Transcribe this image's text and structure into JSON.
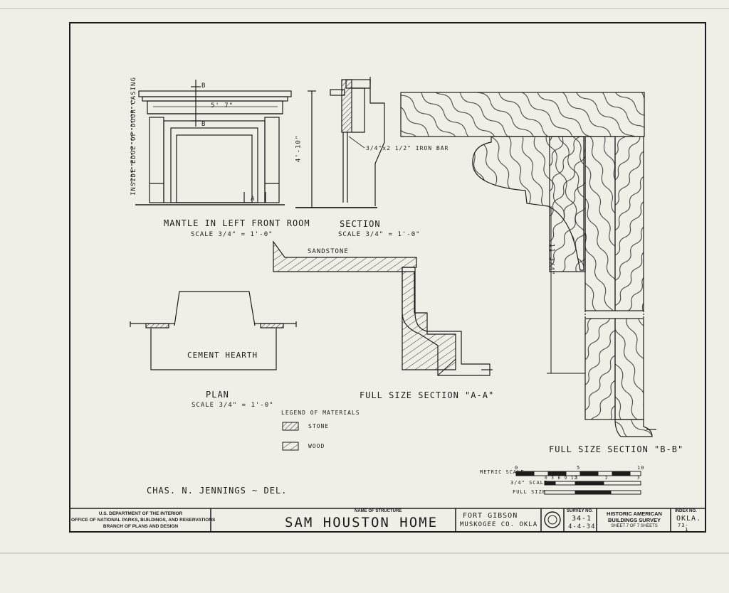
{
  "drawings": {
    "mantle": {
      "title": "MANTLE IN LEFT FRONT ROOM",
      "scale": "SCALE 3/4\" = 1'-0\"",
      "side_note": "INSIDE EDGE OF DOOR CASING",
      "dim_width": "5' 7\"",
      "dim_top": "B",
      "dim_bottom": "B",
      "dim_a": "A"
    },
    "section": {
      "title": "SECTION",
      "scale": "SCALE 3/4\" = 1'-0\"",
      "height_dim": "4'-10\"",
      "iron_bar": "3/4\"x2 1/2\" IRON BAR"
    },
    "plan": {
      "title": "PLAN",
      "scale": "SCALE 3/4\" = 1'-0\"",
      "hearth": "CEMENT HEARTH"
    },
    "section_aa": {
      "title": "FULL SIZE SECTION \"A-A\"",
      "material": "SANDSTONE"
    },
    "section_bb": {
      "title": "FULL SIZE SECTION \"B-B\"",
      "dim": "11 3/4\""
    }
  },
  "legend": {
    "title": "LEGEND OF MATERIALS",
    "stone": "STONE",
    "wood": "WOOD"
  },
  "scale_bar": {
    "metric_label": "METRIC SCALE",
    "m0": "0",
    "m5": "5",
    "m10": "10",
    "imp_label": "3/4\" SCALE",
    "imp_ticks": "0 3 6 9 12",
    "imp_1": "1",
    "imp_2": "2",
    "imp_3": "3",
    "full_label": "FULL SIZE"
  },
  "delineator": "CHAS. N. JENNINGS ~ DEL.",
  "title_block": {
    "agency_line1": "U.S. DEPARTMENT OF THE INTERIOR",
    "agency_line2": "OFFICE OF NATIONAL PARKS, BUILDINGS, AND RESERVATIONS",
    "agency_line3": "BRANCH OF PLANS AND DESIGN",
    "name_label": "NAME OF STRUCTURE",
    "structure_name": "SAM HOUSTON HOME",
    "location_line1": "FORT GIBSON",
    "location_line2": "MUSKOGEE CO. OKLA",
    "survey_label": "SURVEY NO.",
    "survey_no": "34-1",
    "survey_date": "4-4-34",
    "habs_line1": "HISTORIC AMERICAN",
    "habs_line2": "BUILDINGS SURVEY",
    "sheet_text": "SHEET 7 OF 7 SHEETS",
    "index_label": "INDEX NO.",
    "index_line1": "OKLA.",
    "index_line2": "73-",
    "index_line3": "1"
  },
  "colors": {
    "paper": "#f1eee7",
    "ink": "#1c1c1c"
  }
}
